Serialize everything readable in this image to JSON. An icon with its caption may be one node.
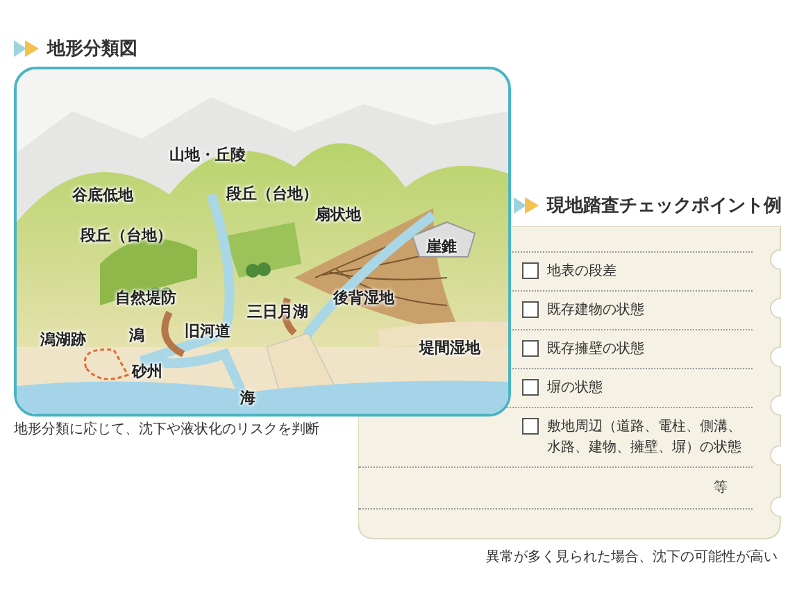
{
  "diagram": {
    "title": "地形分類図",
    "labels": [
      "山地・丘陵",
      "谷底低地",
      "段丘（台地）",
      "段丘（台地）",
      "扇状地",
      "崖錐",
      "自然堤防",
      "三日月湖",
      "後背湿地",
      "潟湖跡",
      "潟",
      "旧河道",
      "堤間湿地",
      "砂州",
      "海",
      "地形分類に応じて、沈下や液状化のリスクを判断",
      "現地踏査チェックポイント例",
      "地表の段差",
      "既存建物の状態",
      "既存擁壁の状態",
      "塀の状態",
      "敷地周辺（道路、電柱、側溝、水路、建物、擁壁、塀）の状態",
      "等",
      "異常が多く見られた場合、沈下の可能性が高い"
    ]
  }
}
